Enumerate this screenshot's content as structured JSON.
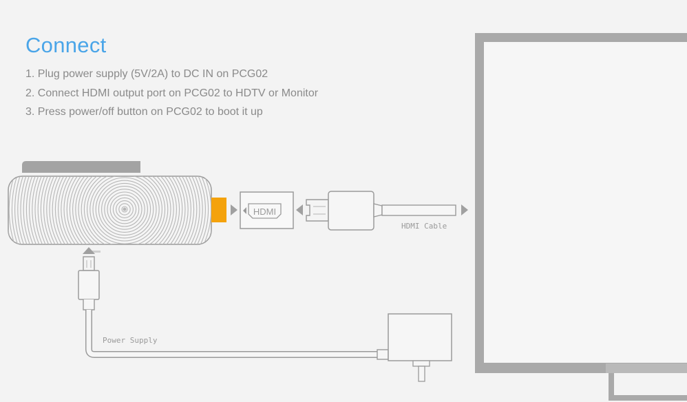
{
  "heading": {
    "title": "Connect"
  },
  "steps": [
    "1. Plug power supply (5V/2A) to DC IN on PCG02",
    "2. Connect HDMI output port on PCG02 to HDTV or Monitor",
    "3. Press power/off button on PCG02 to boot it up"
  ],
  "diagram": {
    "adapter_label": "HDMI",
    "hdmi_cable_label": "HDMI Cable",
    "power_supply_label": "Power Supply"
  },
  "colors": {
    "title": "#4aa5e8",
    "step_text": "#8a8a8a",
    "outline": "#9a9a9a",
    "hdmi_port": "#f4a20c",
    "tv_frame": "#a9a9a9",
    "tv_screen": "#f6f6f6"
  },
  "icons": [
    "arrow-right-icon",
    "arrow-left-icon",
    "arrow-up-icon"
  ]
}
